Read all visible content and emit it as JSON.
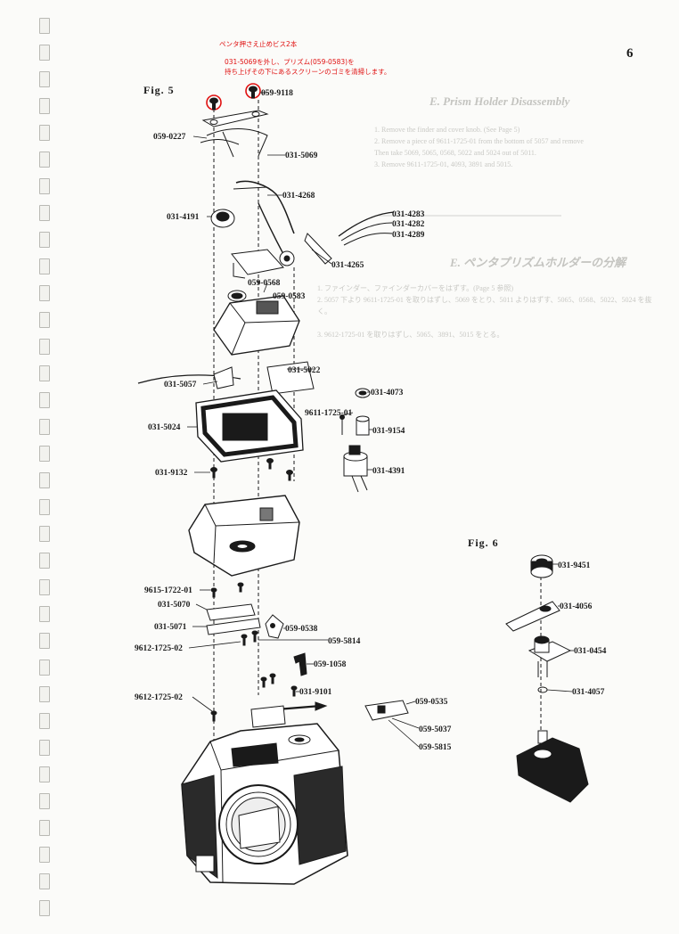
{
  "page_number": "6",
  "annotation": {
    "line1": "ペンタ押さえ止めビス2本",
    "line2": "031-5069を外し、プリズム(059-0583)を",
    "line3": "持ち上げその下にあるスクリーンのゴミを清掃します。"
  },
  "figures": {
    "fig5": {
      "title": "Fig.  5",
      "labels": {
        "p059_9118": "059-9118",
        "p059_0227": "059-0227",
        "p031_5069": "031-5069",
        "p031_4268": "031-4268",
        "p031_4191": "031-4191",
        "p031_4283": "031-4283",
        "p031_4282": "031-4282",
        "p031_4289": "031-4289",
        "p031_4265": "031-4265",
        "p059_0568": "059-0568",
        "p059_0583": "059-0583",
        "p031_5022": "031-5022",
        "p031_5057": "031-5057",
        "p031_4073": "031-4073",
        "p9611_1725_01": "9611-1725-01",
        "p031_5024": "031-5024",
        "p031_9154": "031-9154",
        "p031_4391": "031-4391",
        "p031_9132": "031-9132",
        "p9615_1722_01": "9615-1722-01",
        "p031_5070": "031-5070",
        "p031_5071": "031-5071",
        "p059_0538": "059-0538",
        "p059_5814": "059-5814",
        "p9612_1725_02a": "9612-1725-02",
        "p059_1058": "059-1058",
        "p031_9101": "031-9101",
        "p9612_1725_02b": "9612-1725-02",
        "p059_0535": "059-0535",
        "p059_5037": "059-5037",
        "p059_5815": "059-5815"
      }
    },
    "fig6": {
      "title": "Fig.  6",
      "labels": {
        "p031_9451": "031-9451",
        "p031_4056": "031-4056",
        "p031_0454": "031-0454",
        "p031_4057": "031-4057"
      }
    }
  },
  "bleed_through": {
    "heading_en": "E.  Prism Holder Disassembly",
    "en_line1": "1.  Remove the finder and cover knob.  (See Page 5)",
    "en_line2": "2.  Remove a piece of 9611-1725-01 from the bottom of 5057 and remove",
    "en_line3": "     Then take 5069, 5065, 0568, 5022 and 5024 out of 5011.",
    "en_line4": "3.  Remove 9611-1725-01, 4093, 3891 and 5015.",
    "heading_jp": "E.  ペンタプリズムホルダーの分解",
    "jp_line1": "1.  ファインダー、ファインダーカバーをはずす。(Page 5 参照)",
    "jp_line2": "2.  5057 下より 9611-1725-01 を取りはずし、5069 をとり、5011 よりはずす、5065、0568、5022、5024 を抜",
    "jp_line3": "     く。",
    "jp_line4": "3.  9612-1725-01 を取りはずし、5065、3891、5015 をとる。"
  },
  "colors": {
    "annotation_red": "#e01010",
    "ink": "#1a1a1a",
    "paper": "#fbfbf9",
    "bleed": "#c9c9c5"
  }
}
